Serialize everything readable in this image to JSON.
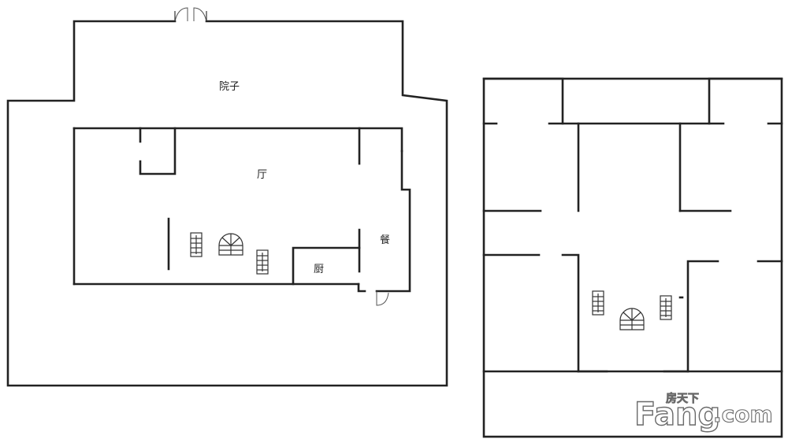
{
  "rooms": {
    "courtyard": "院子",
    "hall": "厅",
    "dining": "餐",
    "kitchen": "厨"
  },
  "watermark": {
    "top": "房天下",
    "main": "Fang",
    "suffix": ".com"
  }
}
